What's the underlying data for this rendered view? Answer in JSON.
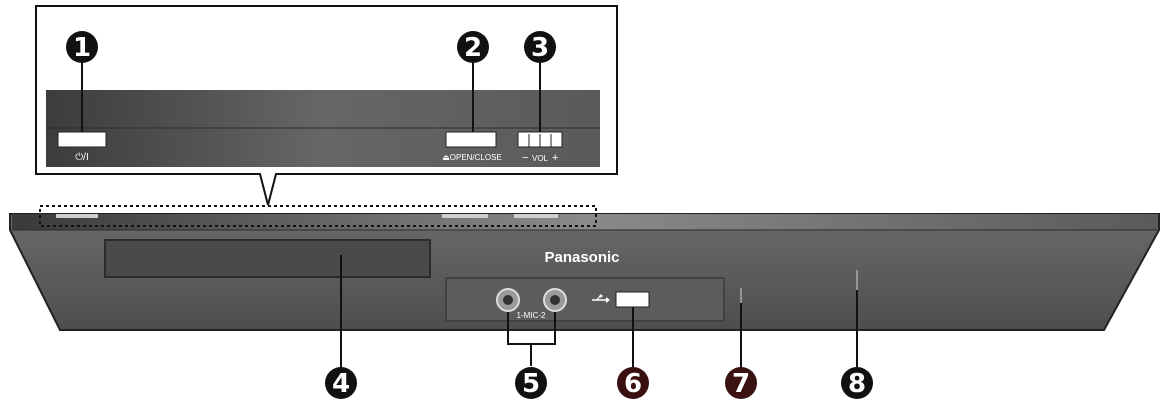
{
  "callouts": [
    "1",
    "2",
    "3",
    "4",
    "5",
    "6",
    "7",
    "8"
  ],
  "labels": {
    "power": "⏻/I",
    "open_close": "⏏OPEN/CLOSE",
    "vol_minus": "−",
    "vol": "VOL",
    "vol_plus": "+",
    "brand": "Panasonic",
    "mic": "1-MIC-2"
  },
  "colors": {
    "callout_fill": "#111111",
    "callout_6_fill": "#3a0f0f",
    "callout_7_fill": "#3a1212",
    "panel_dark": "#4a4a4a",
    "body_gray": "#5a5a5a"
  },
  "icons": {
    "usb": "usb-icon"
  }
}
